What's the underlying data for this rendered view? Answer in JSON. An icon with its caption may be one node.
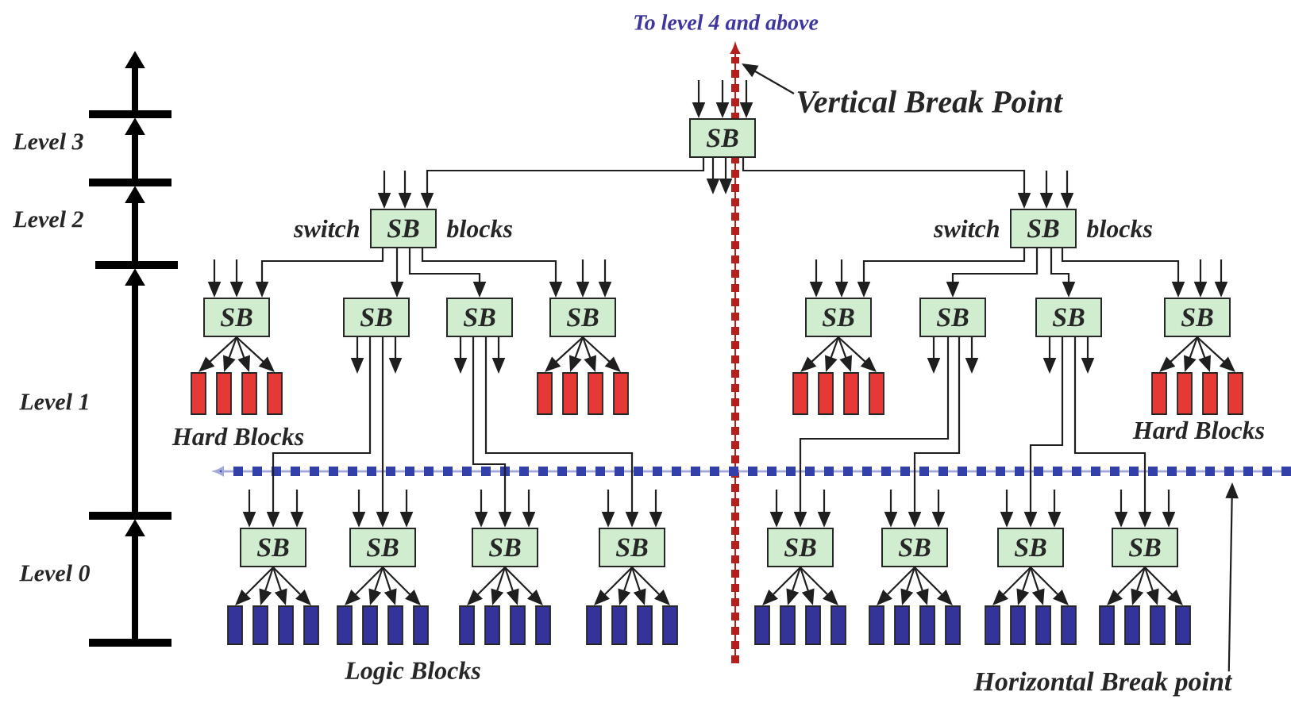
{
  "diagram": {
    "nodes": [
      {
        "text": [
          "SB"
        ]
      },
      {
        "text": [
          "SB"
        ],
        "beside": [
          "switch",
          "blocks"
        ]
      },
      {
        "text": [
          "SB"
        ],
        "beside": [
          "switch",
          "blocks"
        ]
      },
      {
        "text": [
          "SB"
        ]
      },
      {
        "text": [
          "SB"
        ]
      },
      {
        "text": [
          "SB"
        ]
      },
      {
        "text": [
          "SB"
        ]
      },
      {
        "text": [
          "SB"
        ]
      },
      {
        "text": [
          "SB"
        ]
      },
      {
        "text": [
          "SB"
        ]
      },
      {
        "text": [
          "SB"
        ]
      },
      {
        "text": [
          "SB"
        ]
      },
      {
        "text": [
          "SB"
        ]
      },
      {
        "text": [
          "SB"
        ]
      },
      {
        "text": [
          "SB"
        ]
      },
      {
        "text": [
          "SB"
        ]
      },
      {
        "text": [
          "SB"
        ]
      },
      {
        "text": [
          "SB"
        ]
      },
      {
        "text": [
          "SB"
        ]
      },
      {
        "text": [],
        "shape": "bar"
      },
      {
        "text": [],
        "shape": "bar"
      },
      {
        "text": [],
        "shape": "bar"
      },
      {
        "text": [],
        "shape": "bar"
      },
      {
        "text": [],
        "shape": "bar"
      },
      {
        "text": [],
        "shape": "bar"
      },
      {
        "text": [],
        "shape": "bar"
      },
      {
        "text": [],
        "shape": "bar"
      },
      {
        "text": [],
        "shape": "bar"
      },
      {
        "text": [],
        "shape": "bar"
      },
      {
        "text": [],
        "shape": "bar"
      },
      {
        "text": [],
        "shape": "bar"
      },
      {
        "text": [],
        "shape": "bar"
      },
      {
        "text": [],
        "shape": "bar"
      },
      {
        "text": [],
        "shape": "bar"
      },
      {
        "text": [],
        "shape": "bar"
      },
      {
        "text": [],
        "shape": "bar"
      },
      {
        "text": [],
        "shape": "bar"
      },
      {
        "text": [],
        "shape": "bar"
      },
      {
        "text": [],
        "shape": "bar"
      },
      {
        "text": [],
        "shape": "bar"
      },
      {
        "text": [],
        "shape": "bar"
      },
      {
        "text": [],
        "shape": "bar"
      },
      {
        "text": [],
        "shape": "bar"
      },
      {
        "text": [],
        "shape": "bar"
      },
      {
        "text": [],
        "shape": "bar"
      },
      {
        "text": [],
        "shape": "bar"
      },
      {
        "text": [],
        "shape": "bar"
      },
      {
        "text": [],
        "shape": "bar"
      },
      {
        "text": [],
        "shape": "bar"
      },
      {
        "text": [],
        "shape": "bar"
      },
      {
        "text": [],
        "shape": "bar"
      },
      {
        "text": [],
        "shape": "bar"
      },
      {
        "text": [],
        "shape": "bar"
      },
      {
        "text": [],
        "shape": "bar"
      },
      {
        "text": [],
        "shape": "bar"
      },
      {
        "text": [],
        "shape": "bar"
      },
      {
        "text": [],
        "shape": "bar"
      },
      {
        "text": [],
        "shape": "bar"
      },
      {
        "text": [],
        "shape": "bar"
      },
      {
        "text": [],
        "shape": "bar"
      },
      {
        "text": [],
        "shape": "bar"
      },
      {
        "text": [],
        "shape": "bar"
      },
      {
        "text": [],
        "shape": "bar"
      },
      {
        "text": [],
        "shape": "bar"
      },
      {
        "text": [],
        "shape": "bar"
      },
      {
        "text": [],
        "shape": "bar"
      },
      {
        "text": [],
        "shape": "bar"
      },
      {
        "text": [
          "Vertical Break Point"
        ]
      },
      {
        "text": [
          "Horizontal Break point"
        ]
      }
    ],
    "edges": [
      {
        "from": null,
        "to": 0,
        "arrow": "to"
      },
      {
        "from": null,
        "to": 0,
        "arrow": "to"
      },
      {
        "from": null,
        "to": 0,
        "arrow": "to"
      },
      {
        "from": 0,
        "to": null,
        "arrow": "to"
      },
      {
        "from": 0,
        "to": null,
        "arrow": "to"
      },
      {
        "from": 0,
        "to": 1,
        "arrow": "to"
      },
      {
        "from": 0,
        "to": 2,
        "arrow": "to"
      },
      {
        "from": null,
        "to": 1,
        "arrow": "to"
      },
      {
        "from": null,
        "to": 1,
        "arrow": "to"
      },
      {
        "from": null,
        "to": 2,
        "arrow": "to"
      },
      {
        "from": null,
        "to": 2,
        "arrow": "to"
      },
      {
        "from": 1,
        "to": 3,
        "arrow": "to"
      },
      {
        "from": 1,
        "to": 4,
        "arrow": "to"
      },
      {
        "from": 1,
        "to": 5,
        "arrow": "to"
      },
      {
        "from": 1,
        "to": 6,
        "arrow": "to"
      },
      {
        "from": 2,
        "to": 7,
        "arrow": "to"
      },
      {
        "from": 2,
        "to": 8,
        "arrow": "to"
      },
      {
        "from": 2,
        "to": 9,
        "arrow": "to"
      },
      {
        "from": 2,
        "to": 10,
        "arrow": "to"
      },
      {
        "from": null,
        "to": 3,
        "arrow": "to"
      },
      {
        "from": null,
        "to": 3,
        "arrow": "to"
      },
      {
        "from": null,
        "to": 6,
        "arrow": "to"
      },
      {
        "from": null,
        "to": 6,
        "arrow": "to"
      },
      {
        "from": null,
        "to": 7,
        "arrow": "to"
      },
      {
        "from": null,
        "to": 7,
        "arrow": "to"
      },
      {
        "from": null,
        "to": 10,
        "arrow": "to"
      },
      {
        "from": null,
        "to": 10,
        "arrow": "to"
      },
      {
        "from": 4,
        "to": null,
        "arrow": "to"
      },
      {
        "from": 4,
        "to": null,
        "arrow": "to"
      },
      {
        "from": 5,
        "to": null,
        "arrow": "to"
      },
      {
        "from": 5,
        "to": null,
        "arrow": "to"
      },
      {
        "from": 8,
        "to": null,
        "arrow": "to"
      },
      {
        "from": 8,
        "to": null,
        "arrow": "to"
      },
      {
        "from": 9,
        "to": null,
        "arrow": "to"
      },
      {
        "from": 9,
        "to": null,
        "arrow": "to"
      },
      {
        "from": 4,
        "to": 11,
        "arrow": "to"
      },
      {
        "from": 4,
        "to": 12,
        "arrow": "to"
      },
      {
        "from": 5,
        "to": 13,
        "arrow": "to"
      },
      {
        "from": 5,
        "to": 14,
        "arrow": "to"
      },
      {
        "from": 8,
        "to": 15,
        "arrow": "to"
      },
      {
        "from": 8,
        "to": 16,
        "arrow": "to"
      },
      {
        "from": 9,
        "to": 17,
        "arrow": "to"
      },
      {
        "from": 9,
        "to": 18,
        "arrow": "to"
      },
      {
        "from": null,
        "to": 11,
        "arrow": "to"
      },
      {
        "from": null,
        "to": 11,
        "arrow": "to"
      },
      {
        "from": null,
        "to": 12,
        "arrow": "to"
      },
      {
        "from": null,
        "to": 12,
        "arrow": "to"
      },
      {
        "from": null,
        "to": 13,
        "arrow": "to"
      },
      {
        "from": null,
        "to": 13,
        "arrow": "to"
      },
      {
        "from": null,
        "to": 14,
        "arrow": "to"
      },
      {
        "from": null,
        "to": 14,
        "arrow": "to"
      },
      {
        "from": null,
        "to": 15,
        "arrow": "to"
      },
      {
        "from": null,
        "to": 15,
        "arrow": "to"
      },
      {
        "from": null,
        "to": 16,
        "arrow": "to"
      },
      {
        "from": null,
        "to": 16,
        "arrow": "to"
      },
      {
        "from": null,
        "to": 17,
        "arrow": "to"
      },
      {
        "from": null,
        "to": 17,
        "arrow": "to"
      },
      {
        "from": null,
        "to": 18,
        "arrow": "to"
      },
      {
        "from": null,
        "to": 18,
        "arrow": "to"
      },
      {
        "from": 3,
        "to": 19,
        "arrow": "to"
      },
      {
        "from": 3,
        "to": 20,
        "arrow": "to"
      },
      {
        "from": 3,
        "to": 21,
        "arrow": "to"
      },
      {
        "from": 3,
        "to": 22,
        "arrow": "to"
      },
      {
        "from": 6,
        "to": 23,
        "arrow": "to"
      },
      {
        "from": 6,
        "to": 24,
        "arrow": "to"
      },
      {
        "from": 6,
        "to": 25,
        "arrow": "to"
      },
      {
        "from": 6,
        "to": 26,
        "arrow": "to"
      },
      {
        "from": 7,
        "to": 27,
        "arrow": "to"
      },
      {
        "from": 7,
        "to": 28,
        "arrow": "to"
      },
      {
        "from": 7,
        "to": 29,
        "arrow": "to"
      },
      {
        "from": 7,
        "to": 30,
        "arrow": "to"
      },
      {
        "from": 10,
        "to": 31,
        "arrow": "to"
      },
      {
        "from": 10,
        "to": 32,
        "arrow": "to"
      },
      {
        "from": 10,
        "to": 33,
        "arrow": "to"
      },
      {
        "from": 10,
        "to": 34,
        "arrow": "to"
      },
      {
        "from": 11,
        "to": 35,
        "arrow": "to"
      },
      {
        "from": 11,
        "to": 36,
        "arrow": "to"
      },
      {
        "from": 11,
        "to": 37,
        "arrow": "to"
      },
      {
        "from": 11,
        "to": 38,
        "arrow": "to"
      },
      {
        "from": 12,
        "to": 39,
        "arrow": "to"
      },
      {
        "from": 12,
        "to": 40,
        "arrow": "to"
      },
      {
        "from": 12,
        "to": 41,
        "arrow": "to"
      },
      {
        "from": 12,
        "to": 42,
        "arrow": "to"
      },
      {
        "from": 13,
        "to": 43,
        "arrow": "to"
      },
      {
        "from": 13,
        "to": 44,
        "arrow": "to"
      },
      {
        "from": 13,
        "to": 45,
        "arrow": "to"
      },
      {
        "from": 13,
        "to": 46,
        "arrow": "to"
      },
      {
        "from": 14,
        "to": 47,
        "arrow": "to"
      },
      {
        "from": 14,
        "to": 48,
        "arrow": "to"
      },
      {
        "from": 14,
        "to": 49,
        "arrow": "to"
      },
      {
        "from": 14,
        "to": 50,
        "arrow": "to"
      },
      {
        "from": 15,
        "to": 51,
        "arrow": "to"
      },
      {
        "from": 15,
        "to": 52,
        "arrow": "to"
      },
      {
        "from": 15,
        "to": 53,
        "arrow": "to"
      },
      {
        "from": 15,
        "to": 54,
        "arrow": "to"
      },
      {
        "from": 16,
        "to": 55,
        "arrow": "to"
      },
      {
        "from": 16,
        "to": 56,
        "arrow": "to"
      },
      {
        "from": 16,
        "to": 57,
        "arrow": "to"
      },
      {
        "from": 16,
        "to": 58,
        "arrow": "to"
      },
      {
        "from": 17,
        "to": 59,
        "arrow": "to"
      },
      {
        "from": 17,
        "to": 60,
        "arrow": "to"
      },
      {
        "from": 17,
        "to": 61,
        "arrow": "to"
      },
      {
        "from": 17,
        "to": 62,
        "arrow": "to"
      },
      {
        "from": 18,
        "to": 63,
        "arrow": "to"
      },
      {
        "from": 18,
        "to": 64,
        "arrow": "to"
      },
      {
        "from": 18,
        "to": 65,
        "arrow": "to"
      },
      {
        "from": 18,
        "to": 66,
        "arrow": "to"
      },
      {
        "from": 67,
        "to": null,
        "arrow": "to"
      },
      {
        "from": 68,
        "to": null,
        "arrow": "to"
      }
    ],
    "labels": [
      "To level 4 and above",
      "Level 3",
      "Level 2",
      "Level 1",
      "Hard Blocks",
      "Hard Blocks",
      "Level 0",
      "Logic Blocks"
    ]
  }
}
